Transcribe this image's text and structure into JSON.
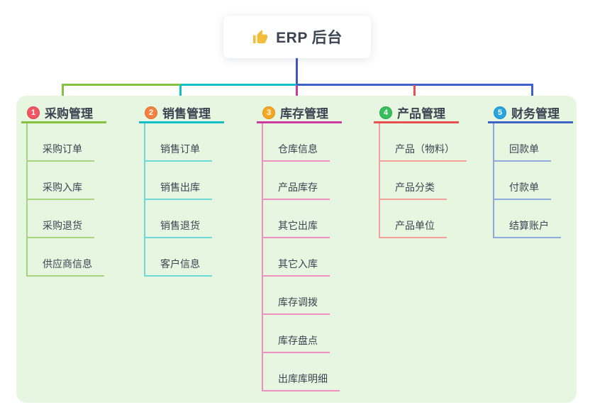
{
  "root": {
    "icon": "thumbs-up",
    "label": "ERP 后台"
  },
  "colors": {
    "text": "#3c4452",
    "panel_bg": "#e7f6e1",
    "root_connector": "#4356bd",
    "icon_color": "#f2bd3a"
  },
  "branches": [
    {
      "num": "1",
      "label": "采购管理",
      "badge_color": "#f25662",
      "line_color": "#84c341",
      "child_line_color": "#a8d37f",
      "children": [
        "采购订单",
        "采购入库",
        "采购退货",
        "供应商信息"
      ]
    },
    {
      "num": "2",
      "label": "销售管理",
      "badge_color": "#f6813f",
      "line_color": "#12bfc6",
      "child_line_color": "#6fd8d8",
      "children": [
        "销售订单",
        "销售出库",
        "销售退货",
        "客户信息"
      ]
    },
    {
      "num": "3",
      "label": "库存管理",
      "badge_color": "#f6a722",
      "line_color": "#cc3a9e",
      "child_line_color": "#ef8fc0",
      "children": [
        "仓库信息",
        "产品库存",
        "其它出库",
        "其它入库",
        "库存调拨",
        "库存盘点",
        "出库库明细"
      ]
    },
    {
      "num": "4",
      "label": "产品管理",
      "badge_color": "#35c05d",
      "line_color": "#e8504f",
      "child_line_color": "#f4a09b",
      "children": [
        "产品（物料）",
        "产品分类",
        "产品单位"
      ]
    },
    {
      "num": "5",
      "label": "财务管理",
      "badge_color": "#27a5e0",
      "line_color": "#3e61c6",
      "child_line_color": "#90a9dd",
      "children": [
        "回款单",
        "付款单",
        "结算账户"
      ]
    }
  ]
}
